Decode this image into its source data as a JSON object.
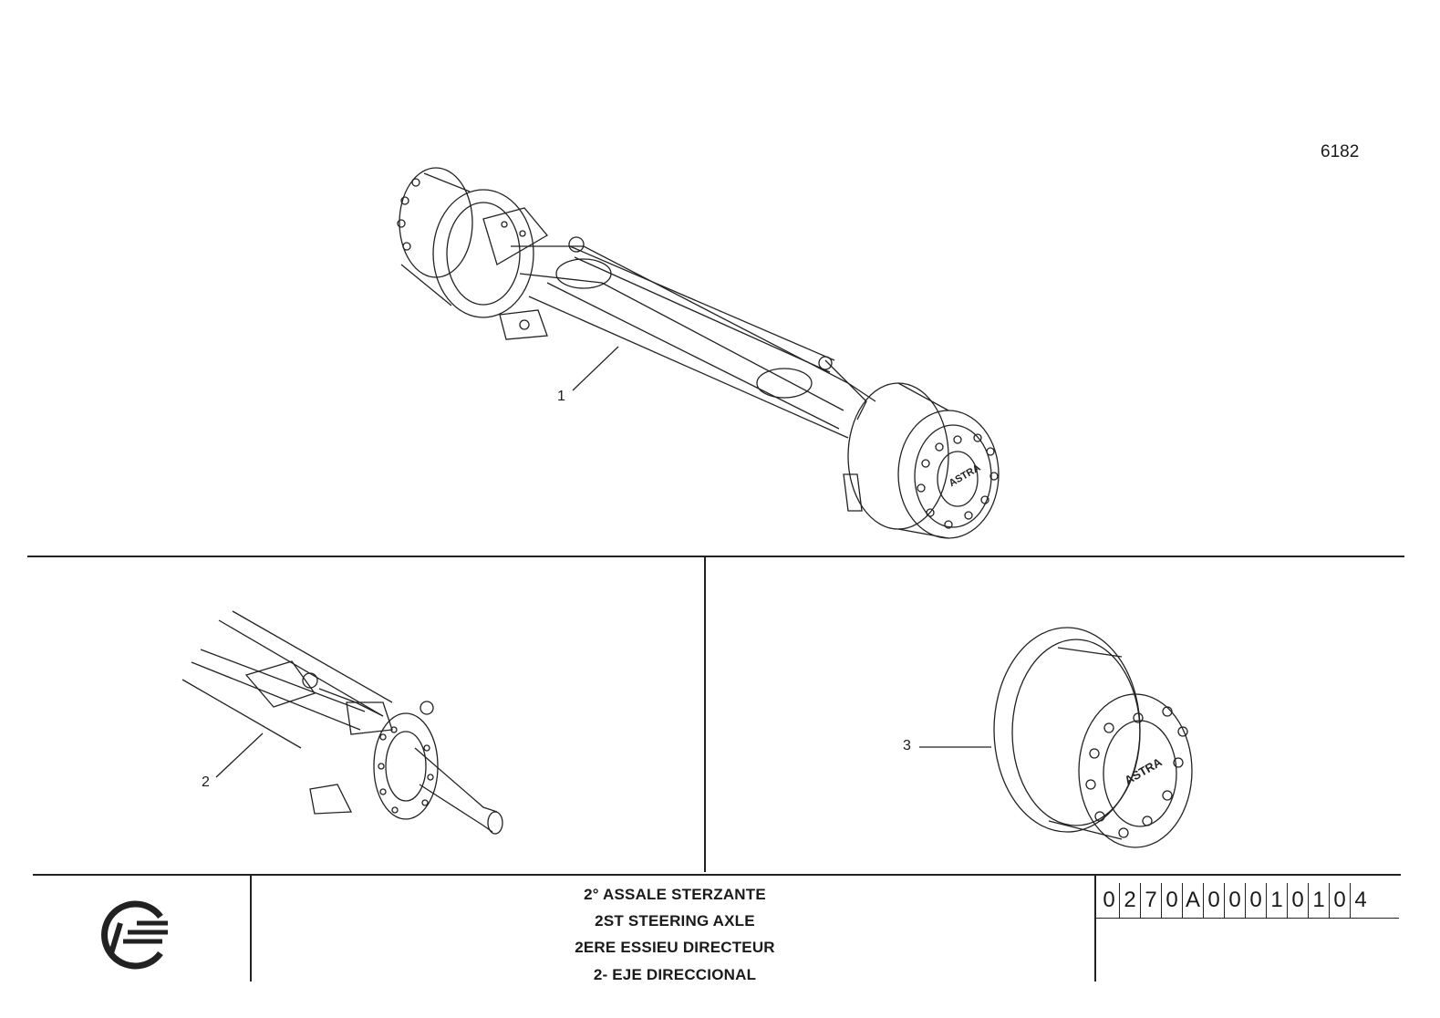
{
  "sheet_number": "6182",
  "callouts": {
    "one": "1",
    "two": "2",
    "three": "3"
  },
  "titles": [
    "2° ASSALE STERZANTE",
    "2ST STEERING AXLE",
    "2ERE ESSIEU DIRECTEUR",
    "2- EJE DIRECCIONAL"
  ],
  "part_code": [
    "0",
    "2",
    "7",
    "0",
    "A",
    "0",
    "0",
    "0",
    "1",
    "0",
    "1",
    "0",
    "4"
  ],
  "hub_brand": "ASTRA"
}
